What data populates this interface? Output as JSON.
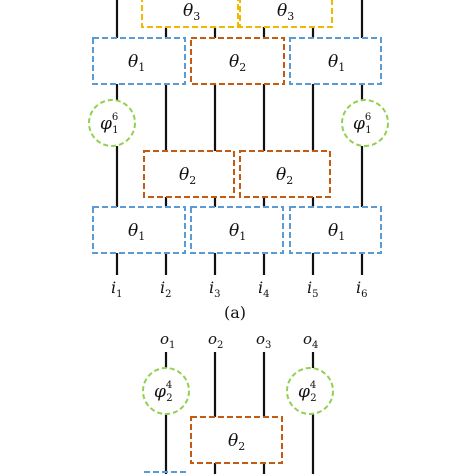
{
  "figure": {
    "caption": "(a)",
    "colors": {
      "wire": "#111111",
      "theta1_border": "#5b9bd5",
      "theta2_border": "#c55a11",
      "theta3_border": "#f2b800",
      "phi_border": "#92d050"
    },
    "top_diagram": {
      "theta3_blocks": [
        {
          "symbol": "θ",
          "sub": "3"
        },
        {
          "symbol": "θ",
          "sub": "3"
        }
      ],
      "upper_theta1_blocks": [
        {
          "symbol": "θ",
          "sub": "1"
        },
        {
          "symbol": "θ",
          "sub": "1"
        }
      ],
      "upper_theta2_block": {
        "symbol": "θ",
        "sub": "2"
      },
      "phi_nodes": [
        {
          "symbol": "φ",
          "sub": "1",
          "sup": "6"
        },
        {
          "symbol": "φ",
          "sub": "1",
          "sup": "6"
        }
      ],
      "middle_theta2_blocks": [
        {
          "symbol": "θ",
          "sub": "2"
        },
        {
          "symbol": "θ",
          "sub": "2"
        }
      ],
      "bottom_theta1_blocks": [
        {
          "symbol": "θ",
          "sub": "1"
        },
        {
          "symbol": "θ",
          "sub": "1"
        },
        {
          "symbol": "θ",
          "sub": "1"
        }
      ],
      "inputs": [
        {
          "symbol": "i",
          "sub": "1"
        },
        {
          "symbol": "i",
          "sub": "2"
        },
        {
          "symbol": "i",
          "sub": "3"
        },
        {
          "symbol": "i",
          "sub": "4"
        },
        {
          "symbol": "i",
          "sub": "5"
        },
        {
          "symbol": "i",
          "sub": "6"
        }
      ]
    },
    "bottom_diagram": {
      "outputs": [
        {
          "symbol": "o",
          "sub": "1"
        },
        {
          "symbol": "o",
          "sub": "2"
        },
        {
          "symbol": "o",
          "sub": "3"
        },
        {
          "symbol": "o",
          "sub": "4"
        }
      ],
      "phi_nodes": [
        {
          "symbol": "φ",
          "sub": "2",
          "sup": "4"
        },
        {
          "symbol": "φ",
          "sub": "2",
          "sup": "4"
        }
      ],
      "theta2_block": {
        "symbol": "θ",
        "sub": "2"
      }
    }
  }
}
